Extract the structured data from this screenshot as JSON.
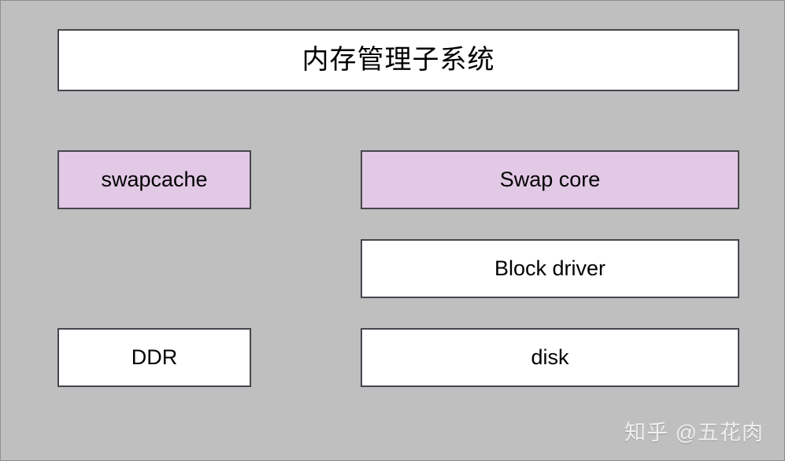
{
  "diagram": {
    "title": "内存管理子系统",
    "background_color": "#bfbfbf",
    "border_color": "#8e8e8e",
    "node_border_color": "#46464e",
    "fill_white": "#ffffff",
    "fill_purple": "#e2c9e5",
    "nodes": [
      {
        "id": "mm-subsystem",
        "label": "内存管理子系统",
        "fill": "#ffffff",
        "column": "full",
        "row": 1
      },
      {
        "id": "swapcache",
        "label": "swapcache",
        "fill": "#e2c9e5",
        "column": "left",
        "row": 2
      },
      {
        "id": "swap-core",
        "label": "Swap core",
        "fill": "#e2c9e5",
        "column": "right",
        "row": 2
      },
      {
        "id": "block-driver",
        "label": "Block driver",
        "fill": "#ffffff",
        "column": "right",
        "row": 3
      },
      {
        "id": "ddr",
        "label": "DDR",
        "fill": "#ffffff",
        "column": "left",
        "row": 4
      },
      {
        "id": "disk",
        "label": "disk",
        "fill": "#ffffff",
        "column": "right",
        "row": 4
      }
    ],
    "watermark": "知乎 @五花肉"
  }
}
